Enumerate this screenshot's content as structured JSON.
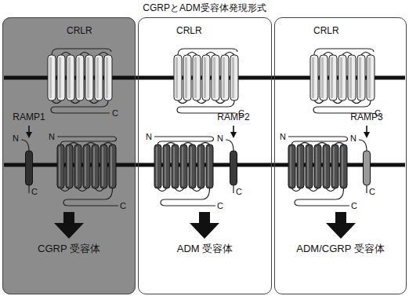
{
  "diagram": {
    "title": "CGRPとADM受容体発現形式",
    "nodes": [
      {
        "text": [
          "CRLR",
          "RAMP1",
          "CGRP 受容体"
        ]
      },
      {
        "text": [
          "CRLR",
          "RAMP2",
          "ADM 受容体"
        ]
      },
      {
        "text": [
          "CRLR",
          "RAMP3",
          "ADM/CGRP 受容体"
        ]
      }
    ],
    "labels": [
      "C",
      "C",
      "C",
      "N",
      "N",
      "N",
      "N",
      "N",
      "N",
      "C",
      "C",
      "C",
      "C",
      "C",
      "C"
    ]
  }
}
